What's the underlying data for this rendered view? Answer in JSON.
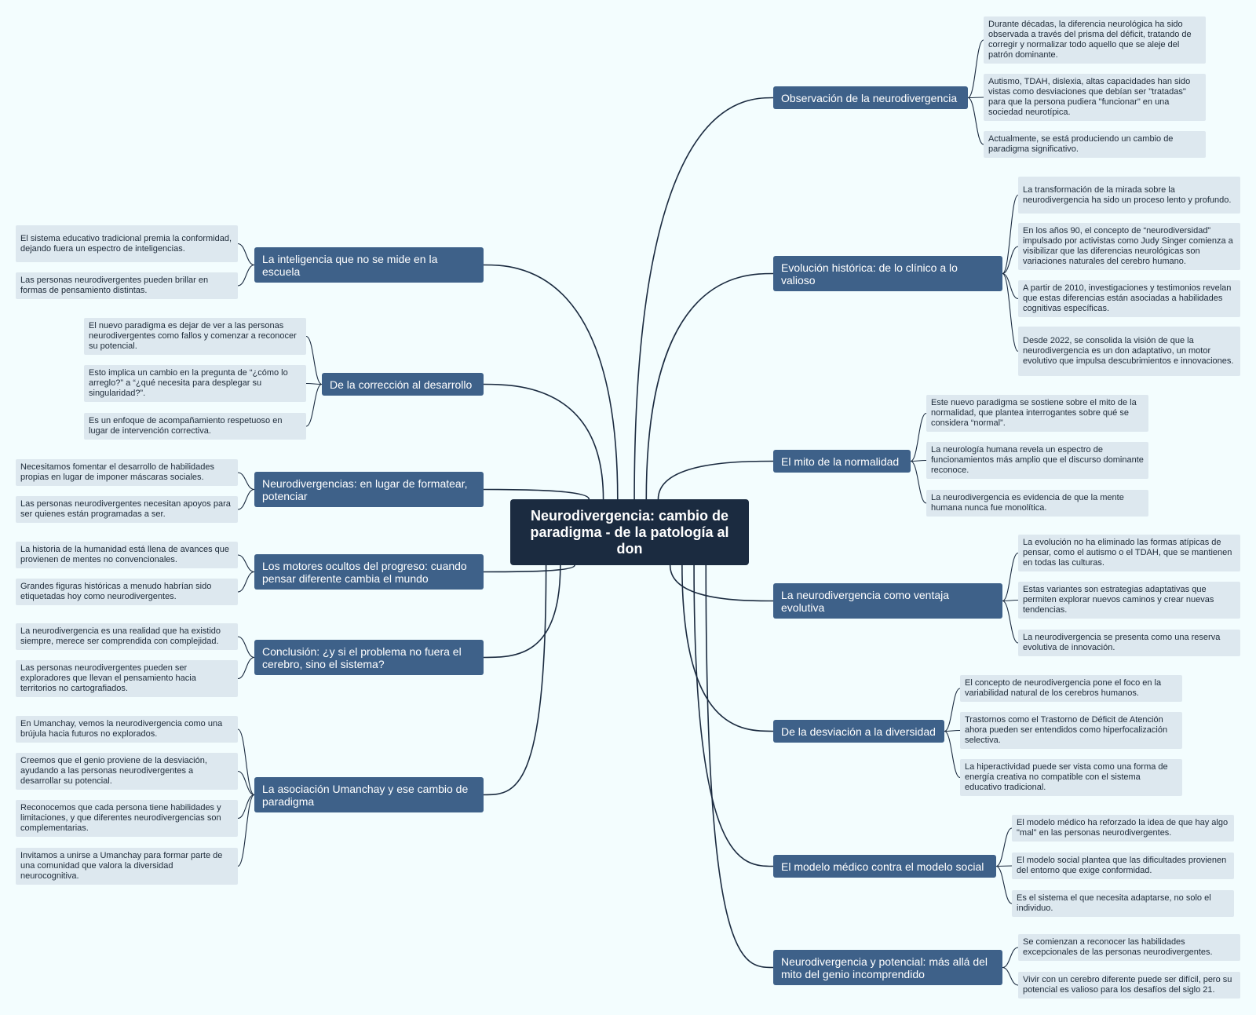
{
  "colors": {
    "background": "#f3fdfe",
    "center": "#1b2b40",
    "branch": "#3e6189",
    "leaf": "#dde8ef",
    "line": "#1b2b40"
  },
  "center": {
    "title": "Neurodivergencia: cambio de paradigma - de la patología al don"
  },
  "right": [
    {
      "label": "Observación de la neurodivergencia",
      "leaves": [
        "Durante décadas, la diferencia neurológica ha sido observada a través del prisma del déficit, tratando de corregir y normalizar todo aquello que se aleje del patrón dominante.",
        "Autismo, TDAH, dislexia, altas capacidades han sido vistas como desviaciones que debían ser \"tratadas\" para que la persona pudiera \"funcionar\" en una sociedad neurotípica.",
        "Actualmente, se está produciendo un cambio de paradigma significativo."
      ]
    },
    {
      "label": "Evolución histórica: de lo clínico a lo valioso",
      "leaves": [
        "La transformación de la mirada sobre la neurodivergencia ha sido un proceso lento y profundo.",
        "En los años 90, el concepto de “neurodiversidad” impulsado por activistas como Judy Singer comienza a visibilizar que las diferencias neurológicas son variaciones naturales del cerebro humano.",
        "A partir de 2010, investigaciones y testimonios revelan que estas diferencias están asociadas a habilidades cognitivas específicas.",
        "Desde 2022, se consolida la visión de que la neurodivergencia es un don adaptativo, un motor evolutivo que impulsa descubrimientos e innovaciones."
      ]
    },
    {
      "label": "El mito de la normalidad",
      "leaves": [
        "Este nuevo paradigma se sostiene sobre el mito de la normalidad, que plantea interrogantes sobre qué se considera “normal”.",
        "La neurología humana revela un espectro de funcionamientos más amplio que el discurso dominante reconoce.",
        "La neurodivergencia es evidencia de que la mente humana nunca fue monolítica."
      ]
    },
    {
      "label": "La neurodivergencia como ventaja evolutiva",
      "leaves": [
        "La evolución no ha eliminado las formas atípicas de pensar, como el autismo o el TDAH, que se mantienen en todas las culturas.",
        "Estas variantes son estrategias adaptativas que permiten explorar nuevos caminos y crear nuevas tendencias.",
        "La neurodivergencia se presenta como una reserva evolutiva de innovación."
      ]
    },
    {
      "label": "De la desviación a la diversidad",
      "leaves": [
        "El concepto de neurodivergencia pone el foco en la variabilidad natural de los cerebros humanos.",
        "Trastornos como el Trastorno de Déficit de Atención ahora pueden ser entendidos como hiperfocalización selectiva.",
        "La hiperactividad puede ser vista como una forma de energía creativa no compatible con el sistema educativo tradicional."
      ]
    },
    {
      "label": "El modelo médico contra el modelo social",
      "leaves": [
        "El modelo médico ha reforzado la idea de que hay algo \"mal\" en las personas neurodivergentes.",
        "El modelo social plantea que las dificultades provienen del entorno que exige conformidad.",
        "Es el sistema el que necesita adaptarse, no solo el individuo."
      ]
    },
    {
      "label": "Neurodivergencia y potencial: más allá del mito del genio incomprendido",
      "leaves": [
        "Se comienzan a reconocer las habilidades excepcionales de las personas neurodivergentes.",
        "Vivir con un cerebro diferente puede ser difícil, pero su potencial es valioso para los desafíos del siglo 21."
      ]
    }
  ],
  "left": [
    {
      "label": "La inteligencia que no se mide en la escuela",
      "leaves": [
        "El sistema educativo tradicional premia la conformidad, dejando fuera un espectro de inteligencias.",
        "Las personas neurodivergentes pueden brillar en formas de pensamiento distintas."
      ]
    },
    {
      "label": "De la corrección al desarrollo",
      "leaves": [
        "El nuevo paradigma es dejar de ver a las personas neurodivergentes como fallos y comenzar a reconocer su potencial.",
        "Esto implica un cambio en la pregunta de “¿cómo lo arreglo?” a “¿qué necesita para desplegar su singularidad?”.",
        "Es un enfoque de acompañamiento respetuoso en lugar de intervención correctiva."
      ]
    },
    {
      "label": "Neurodivergencias: en lugar de formatear, potenciar",
      "leaves": [
        "Necesitamos fomentar el desarrollo de habilidades propias en lugar de imponer máscaras sociales.",
        "Las personas neurodivergentes necesitan apoyos para ser quienes están programadas a ser."
      ]
    },
    {
      "label": "Los motores ocultos del progreso: cuando pensar diferente cambia el mundo",
      "leaves": [
        "La historia de la humanidad está llena de avances que provienen de mentes no convencionales.",
        "Grandes figuras históricas a menudo habrían sido etiquetadas hoy como neurodivergentes."
      ]
    },
    {
      "label": "Conclusión: ¿y si el problema no fuera el cerebro, sino el sistema?",
      "leaves": [
        "La neurodivergencia es una realidad que ha existido siempre, merece ser comprendida con complejidad.",
        "Las personas neurodivergentes pueden ser exploradores que llevan el pensamiento hacia territorios no cartografiados."
      ]
    },
    {
      "label": "La asociación Umanchay y ese cambio de paradigma",
      "leaves": [
        "En Umanchay, vemos la neurodivergencia como una brújula hacia futuros no explorados.",
        "Creemos que el genio proviene de la desviación, ayudando a las personas neurodivergentes a desarrollar su potencial.",
        "Reconocemos que cada persona tiene habilidades y limitaciones, y que diferentes neurodivergencias son complementarias.",
        "Invitamos a unirse a Umanchay para formar parte de una comunidad que valora la diversidad neurocognitiva."
      ]
    }
  ]
}
